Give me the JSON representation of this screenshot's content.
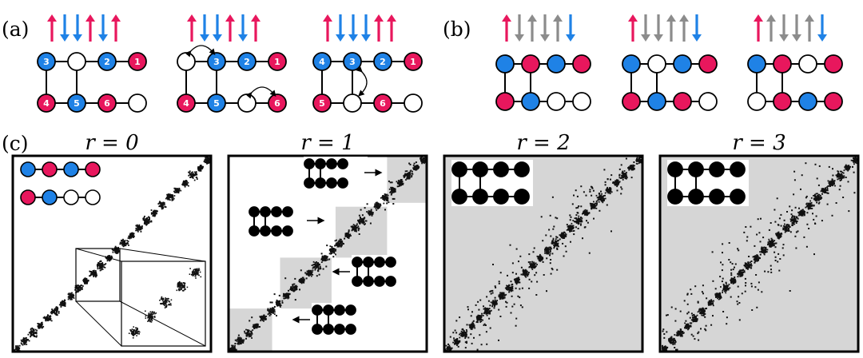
{
  "panel_labels": [
    "(a)",
    "(b)",
    "(c)"
  ],
  "panel_c_titles": [
    "r = 0",
    "r = 1",
    "r = 2",
    "r = 3"
  ],
  "colors": {
    "red": "#e8175d",
    "blue": "#1f82e6",
    "gray": "#8c8c8c",
    "white": "#ffffff",
    "shade": "#d6d6d6",
    "dots": "#111111"
  },
  "panel_a": [
    {
      "spins": [
        "red-up",
        "blue-down",
        "blue-down",
        "red-up",
        "blue-down",
        "red-up"
      ],
      "top": [
        [
          "blue",
          "3"
        ],
        [
          "white",
          ""
        ],
        [
          "blue",
          "2"
        ],
        [
          "red",
          "1"
        ]
      ],
      "bottom": [
        [
          "red",
          "4"
        ],
        [
          "blue",
          "5"
        ],
        [
          "red",
          "6"
        ],
        [
          "white",
          ""
        ]
      ],
      "rungs": "0,1",
      "hops": []
    },
    {
      "spins": [
        "red-up",
        "blue-down",
        "blue-down",
        "red-up",
        "blue-down",
        "red-up"
      ],
      "top": [
        [
          "white",
          ""
        ],
        [
          "blue",
          "3"
        ],
        [
          "blue",
          "2"
        ],
        [
          "red",
          "1"
        ]
      ],
      "bottom": [
        [
          "red",
          "4"
        ],
        [
          "blue",
          "5"
        ],
        [
          "white",
          ""
        ],
        [
          "red",
          "6"
        ]
      ],
      "rungs": "0,1",
      "hops": [
        "top-0-1",
        "bottom-2-3"
      ]
    },
    {
      "spins": [
        "red-up",
        "blue-down",
        "blue-down",
        "blue-down",
        "red-up",
        "red-up"
      ],
      "top": [
        [
          "blue",
          "4"
        ],
        [
          "blue",
          "3"
        ],
        [
          "blue",
          "2"
        ],
        [
          "red",
          "1"
        ]
      ],
      "bottom": [
        [
          "red",
          "5"
        ],
        [
          "white",
          ""
        ],
        [
          "red",
          "6"
        ],
        [
          "white",
          ""
        ]
      ],
      "rungs": "0,1",
      "hops": [
        "rung-1"
      ]
    }
  ],
  "panel_b": [
    {
      "spins": [
        "red-up",
        "gray-down",
        "gray-up",
        "gray-down",
        "gray-up",
        "blue-down"
      ],
      "top": [
        [
          "blue",
          ""
        ],
        [
          "red",
          ""
        ],
        [
          "blue",
          ""
        ],
        [
          "red",
          ""
        ]
      ],
      "bottom": [
        [
          "red",
          ""
        ],
        [
          "blue",
          ""
        ],
        [
          "white",
          ""
        ],
        [
          "white",
          ""
        ]
      ]
    },
    {
      "spins": [
        "red-up",
        "gray-down",
        "gray-down",
        "gray-up",
        "gray-up",
        "blue-down"
      ],
      "top": [
        [
          "blue",
          ""
        ],
        [
          "white",
          ""
        ],
        [
          "blue",
          ""
        ],
        [
          "red",
          ""
        ]
      ],
      "bottom": [
        [
          "red",
          ""
        ],
        [
          "blue",
          ""
        ],
        [
          "red",
          ""
        ],
        [
          "white",
          ""
        ]
      ]
    },
    {
      "spins": [
        "red-up",
        "gray-up",
        "gray-down",
        "gray-down",
        "gray-up",
        "blue-down"
      ],
      "top": [
        [
          "blue",
          ""
        ],
        [
          "red",
          ""
        ],
        [
          "white",
          ""
        ],
        [
          "red",
          ""
        ]
      ],
      "bottom": [
        [
          "white",
          ""
        ],
        [
          "red",
          ""
        ],
        [
          "blue",
          ""
        ],
        [
          "red",
          ""
        ]
      ]
    }
  ]
}
